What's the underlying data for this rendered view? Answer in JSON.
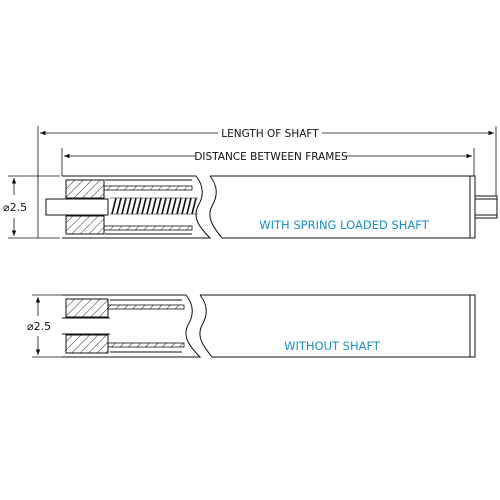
{
  "dimensions": {
    "length_of_shaft": "LENGTH OF SHAFT",
    "distance_between_frames": "DISTANCE BETWEEN FRAMES",
    "diameter_top": "⌀2.5",
    "diameter_bottom": "⌀2.5"
  },
  "views": {
    "spring_loaded": "WITH SPRING LOADED SHAFT",
    "without_shaft": "WITHOUT SHAFT"
  },
  "colors": {
    "line": "#111111",
    "caption": "#1a8fc9"
  }
}
